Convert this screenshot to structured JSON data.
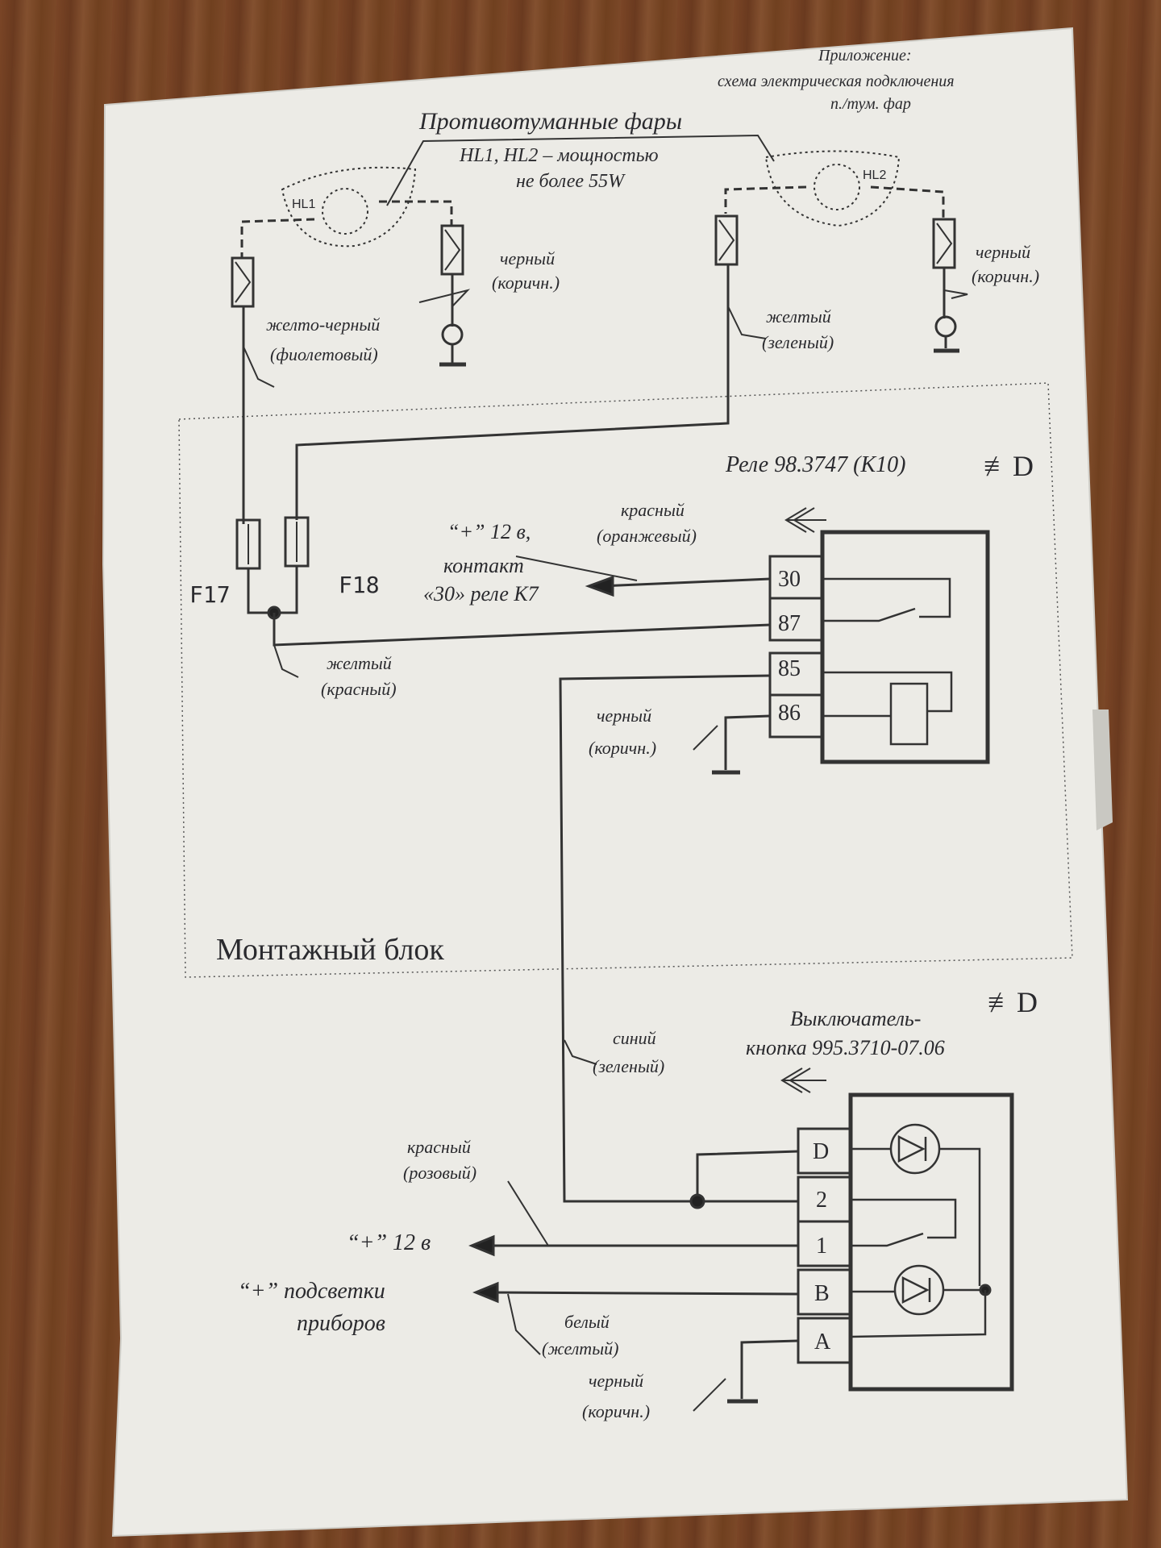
{
  "header": {
    "appendix_line1": "Приложение:",
    "appendix_line2": "схема электрическая подключения",
    "appendix_line3": "п./тум. фар"
  },
  "fog_lights": {
    "title": "Противотуманные фары",
    "power_line1": "HL1, HL2 – мощностью",
    "power_line2": "не более 55W",
    "hl1": "HL1",
    "hl2": "HL2"
  },
  "wires": {
    "left_black_1": "черный",
    "left_black_2": "(коричн.)",
    "right_black_1": "черный",
    "right_black_2": "(коричн.)",
    "yellow_black_1": "желто-черный",
    "yellow_black_2": "(фиолетовый)",
    "yellow_1": "желтый",
    "yellow_2": "(зеленый)",
    "red_orange_1": "красный",
    "red_orange_2": "(оранжевый)",
    "yellow_red_1": "желтый",
    "yellow_red_2": "(красный)",
    "relay_black_1": "черный",
    "relay_black_2": "(коричн.)",
    "blue_1": "синий",
    "blue_2": "(зеленый)",
    "red_pink_1": "красный",
    "red_pink_2": "(розовый)",
    "white_1": "белый",
    "white_2": "(желтый)",
    "switch_black_1": "черный",
    "switch_black_2": "(коричн.)"
  },
  "relay": {
    "title": "Реле 98.3747 (К10)",
    "pins": [
      "30",
      "87",
      "85",
      "86"
    ],
    "plus_line1": "“+” 12 в,",
    "plus_line2": "контакт",
    "plus_line3": "«30» реле К7"
  },
  "fuses": {
    "f17": "F17",
    "f18": "F18"
  },
  "mounting_block": {
    "label": "Монтажный блок"
  },
  "switch": {
    "title_line1": "Выключатель-",
    "title_line2": "кнопка 995.3710-07.06",
    "pins": [
      "D",
      "2",
      "1",
      "B",
      "A"
    ],
    "plus12": "“+” 12 в",
    "backlight_line1": "“+” подсветки",
    "backlight_line2": "приборов"
  }
}
